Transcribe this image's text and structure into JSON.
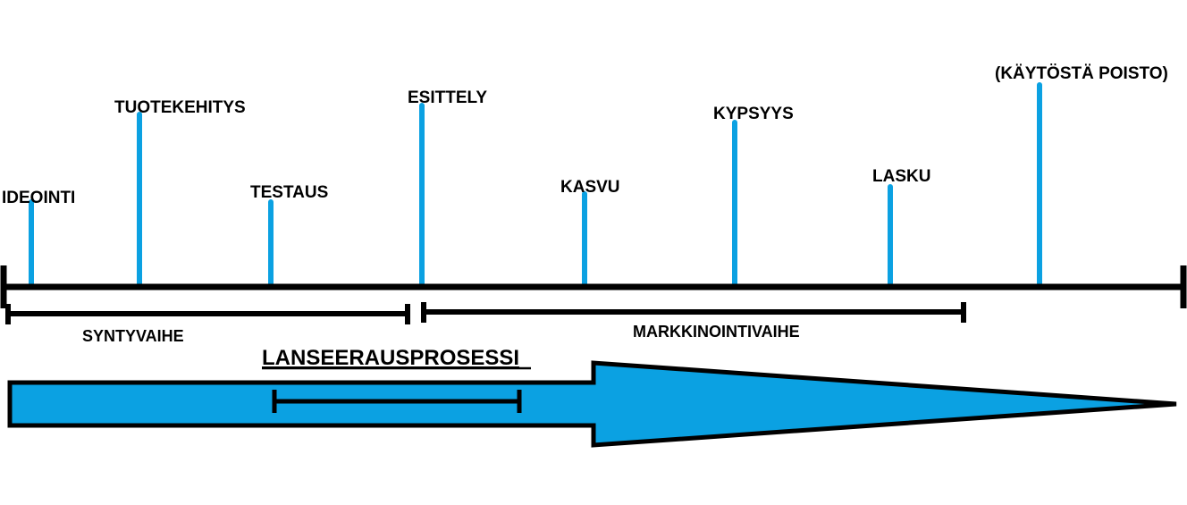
{
  "stages": [
    {
      "id": "ideointi",
      "label": "IDEOINTI"
    },
    {
      "id": "tuotekehitys",
      "label": "TUOTEKEHITYS"
    },
    {
      "id": "testaus",
      "label": "TESTAUS"
    },
    {
      "id": "esittely",
      "label": "ESITTELY"
    },
    {
      "id": "kasvu",
      "label": "KASVU"
    },
    {
      "id": "kypsyys",
      "label": "KYPSYYS"
    },
    {
      "id": "lasku",
      "label": "LASKU"
    },
    {
      "id": "poisto",
      "label": "(KÄYTÖSTÄ POISTO)"
    }
  ],
  "phases": {
    "birth": {
      "label": "SYNTYVAIHE"
    },
    "marketing": {
      "label": "MARKKINOINTIVAIHE"
    }
  },
  "process": {
    "label": "LANSEERAUSPROSESSI"
  },
  "colors": {
    "accent": "#0ba1e2",
    "line": "#000000",
    "background": "#ffffff"
  }
}
